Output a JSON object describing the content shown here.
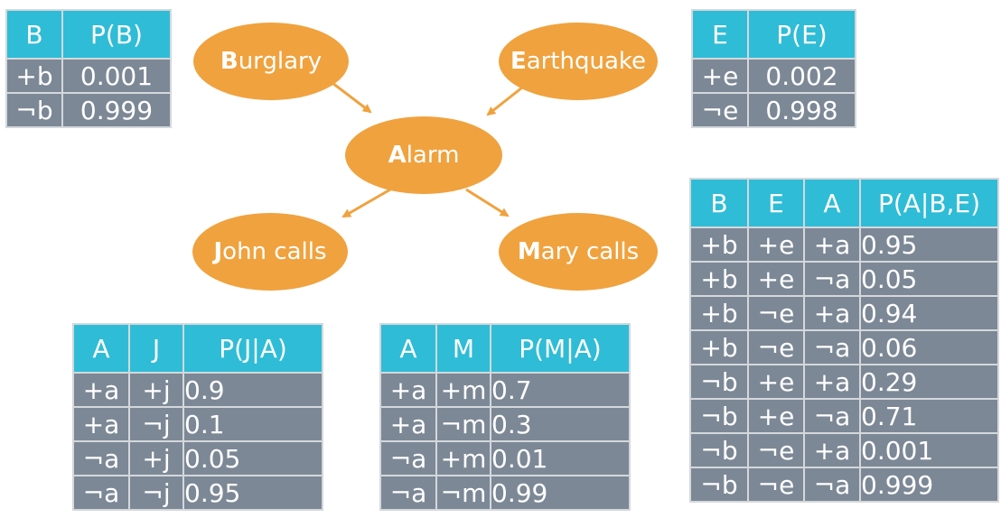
{
  "nodes": {
    "burglary": {
      "initial": "B",
      "rest": "urglary"
    },
    "earthquake": {
      "initial": "E",
      "rest": "arthquake"
    },
    "alarm": {
      "initial": "A",
      "rest": "larm"
    },
    "john": {
      "initial": "J",
      "rest": "ohn calls"
    },
    "mary": {
      "initial": "M",
      "rest": "ary calls"
    }
  },
  "tables": {
    "pb": {
      "header": [
        "B",
        "P(B)"
      ],
      "rows": [
        [
          "+b",
          "0.001"
        ],
        [
          "¬b",
          "0.999"
        ]
      ]
    },
    "pe": {
      "header": [
        "E",
        "P(E)"
      ],
      "rows": [
        [
          "+e",
          "0.002"
        ],
        [
          "¬e",
          "0.998"
        ]
      ]
    },
    "pa": {
      "header": [
        "B",
        "E",
        "A",
        "P(A|B,E)"
      ],
      "rows": [
        [
          "+b",
          "+e",
          "+a",
          "0.95"
        ],
        [
          "+b",
          "+e",
          "¬a",
          "0.05"
        ],
        [
          "+b",
          "¬e",
          "+a",
          "0.94"
        ],
        [
          "+b",
          "¬e",
          "¬a",
          "0.06"
        ],
        [
          "¬b",
          "+e",
          "+a",
          "0.29"
        ],
        [
          "¬b",
          "+e",
          "¬a",
          "0.71"
        ],
        [
          "¬b",
          "¬e",
          "+a",
          "0.001"
        ],
        [
          "¬b",
          "¬e",
          "¬a",
          "0.999"
        ]
      ]
    },
    "pj": {
      "header": [
        "A",
        "J",
        "P(J|A)"
      ],
      "rows": [
        [
          "+a",
          "+j",
          "0.9"
        ],
        [
          "+a",
          "¬j",
          "0.1"
        ],
        [
          "¬a",
          "+j",
          "0.05"
        ],
        [
          "¬a",
          "¬j",
          "0.95"
        ]
      ]
    },
    "pm": {
      "header": [
        "A",
        "M",
        "P(M|A)"
      ],
      "rows": [
        [
          "+a",
          "+m",
          "0.7"
        ],
        [
          "+a",
          "¬m",
          "0.3"
        ],
        [
          "¬a",
          "+m",
          "0.01"
        ],
        [
          "¬a",
          "¬m",
          "0.99"
        ]
      ]
    }
  }
}
